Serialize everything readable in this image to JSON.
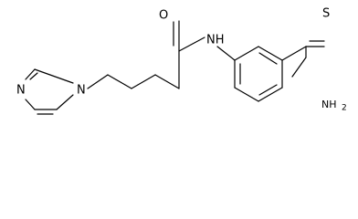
{
  "molecule": {
    "atoms": {
      "imidazole_n_top": "N",
      "imidazole_n_bottom": "N",
      "carbonyl_o": "O",
      "amide_nh": "NH",
      "thio_s": "S",
      "amine_nh2": "NH",
      "amine_nh2_subscript": "2"
    },
    "colors": {
      "bond": "#000000",
      "label": "#000000",
      "background": "#ffffff"
    }
  }
}
